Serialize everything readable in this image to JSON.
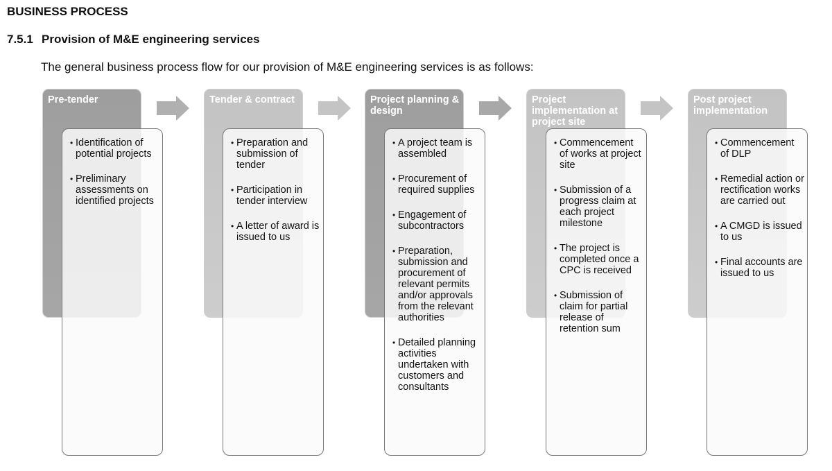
{
  "section_title": "BUSINESS PROCESS",
  "subsection": {
    "number": "7.5.1",
    "title": "Provision of M&E engineering services"
  },
  "intro": "The general business process flow for our provision of M&E engineering services is as follows:",
  "stages": [
    {
      "title": "Pre-tender",
      "items": [
        "Identification of potential projects",
        "Preliminary assessments on identified projects"
      ]
    },
    {
      "title": "Tender & contract",
      "items": [
        "Preparation and submission of tender",
        "Participation in tender interview",
        "A letter of award is issued to us"
      ]
    },
    {
      "title": "Project planning & design",
      "items": [
        "A project team is assembled",
        "Procurement of required supplies",
        "Engagement of subcontractors",
        "Preparation, submission and procurement of relevant permits and/or approvals from the relevant authorities",
        "Detailed planning activities undertaken with customers and consultants"
      ]
    },
    {
      "title": "Project implementation at project site",
      "items": [
        "Commencement of works at project site",
        "Submission of a progress claim at each project milestone",
        "The project is completed once a CPC is received",
        "Submission of claim for partial release of retention sum"
      ]
    },
    {
      "title": "Post project implementation",
      "items": [
        "Commencement of DLP",
        "Remedial action or rectification works are carried out",
        "A CMGD is issued to us",
        "Final accounts are issued to us"
      ]
    }
  ],
  "colors": {
    "header_dark": "#a3a3a3",
    "header_light": "#c8c8c8",
    "arrow": "#b0b0b0"
  }
}
